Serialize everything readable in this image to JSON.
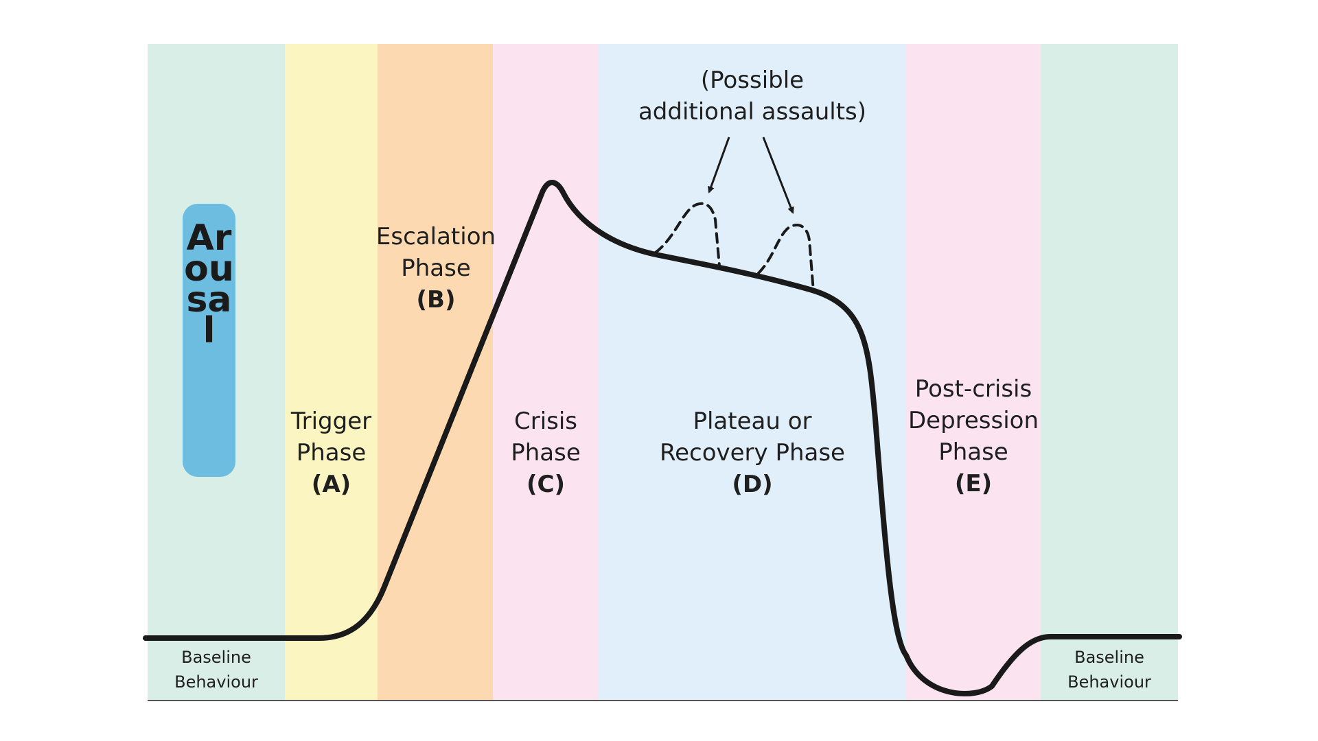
{
  "colors": {
    "baseline": "#d9eee6",
    "trigger": "#fbf5c1",
    "escalation": "#fcd9b1",
    "crisis": "#fbe4ef",
    "plateau": "#e1effa",
    "post_crisis": "#fbe4ef",
    "arousal_badge": "#6cbde0",
    "curve": "#1a1a1a"
  },
  "arousal_label": "Arousal",
  "phases": [
    {
      "id": "trigger",
      "name": "Trigger\nPhase",
      "code": "(A)"
    },
    {
      "id": "escalation",
      "name": "Escalation\nPhase",
      "code": "(B)"
    },
    {
      "id": "crisis",
      "name": "Crisis\nPhase",
      "code": "(C)"
    },
    {
      "id": "plateau",
      "name": "Plateau or\nRecovery Phase",
      "code": "(D)"
    },
    {
      "id": "post_crisis",
      "name": "Post-crisis\nDepression\nPhase",
      "code": "(E)"
    }
  ],
  "baseline_left": "Baseline\nBehaviour",
  "baseline_right": "Baseline\nBehaviour",
  "annotation": "(Possible\nadditional assaults)"
}
